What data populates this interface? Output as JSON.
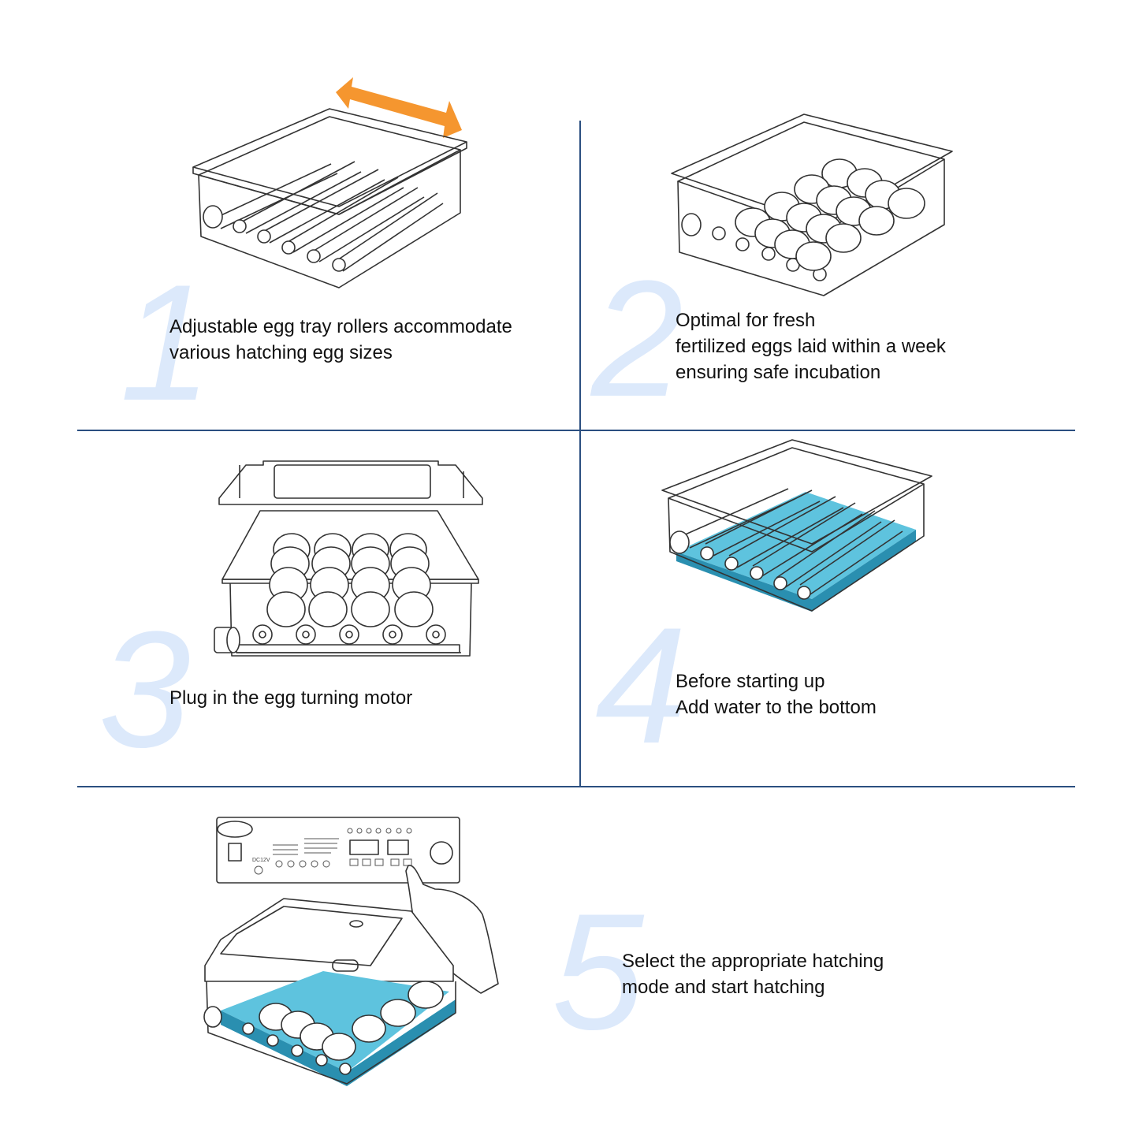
{
  "steps": [
    {
      "number": "1",
      "lines": [
        "Adjustable egg tray rollers accommodate",
        "various hatching egg sizes"
      ]
    },
    {
      "number": "2",
      "lines": [
        "Optimal for fresh",
        "fertilized eggs laid within a week",
        "ensuring safe incubation"
      ]
    },
    {
      "number": "3",
      "lines": [
        "Plug in the egg turning motor"
      ]
    },
    {
      "number": "4",
      "lines": [
        "Before starting up",
        "Add water to the bottom"
      ]
    },
    {
      "number": "5",
      "lines": [
        "Select the appropriate hatching",
        "mode and start hatching"
      ]
    }
  ],
  "panel_label": {
    "dc": "DC12V"
  },
  "colors": {
    "arrow": "#f5962f",
    "water": "#5ec3de",
    "water_dark": "#2a8fb0",
    "divider": "#2b4f80",
    "number": "#dce9fb"
  },
  "icons": [
    "double-arrow-icon",
    "pointing-hand-icon"
  ]
}
